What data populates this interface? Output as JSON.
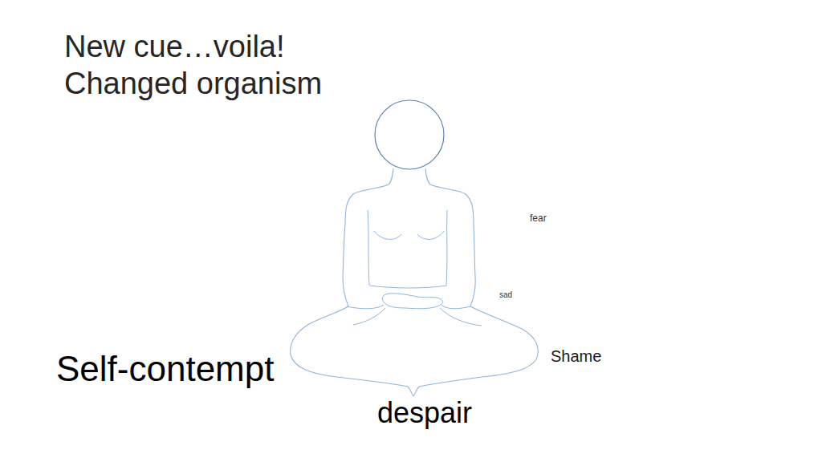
{
  "diagram": {
    "title": "New cue…voila! Changed organism",
    "labels": [
      "fear",
      "sad",
      "Shame",
      "Self-contempt",
      "despair"
    ]
  }
}
